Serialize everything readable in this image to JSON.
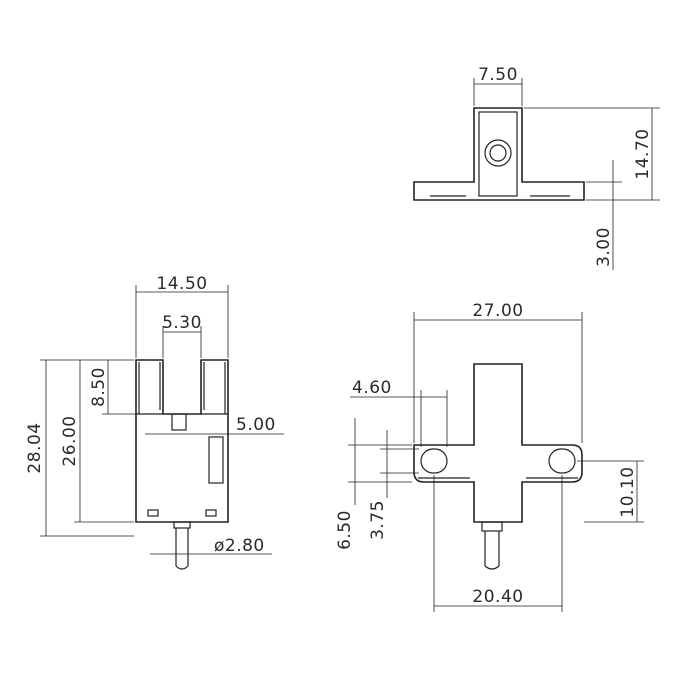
{
  "dimensions": {
    "top_width": "7.50",
    "top_height": "14.70",
    "top_flange": "3.00",
    "front_width": "14.50",
    "front_slot": "5.30",
    "front_slot_depth": "8.50",
    "front_total_height": "28.04",
    "front_body_height": "26.00",
    "front_window": "5.00",
    "front_pin_dia": "ø2.80",
    "side_length": "27.00",
    "side_hole_width": "4.60",
    "side_flange_height": "6.50",
    "side_hole_offset": "3.75",
    "side_hole_pitch": "20.40",
    "side_right_offset": "10.10"
  },
  "colors": {
    "line": "#222222",
    "text": "#2a2a2a",
    "background": "#ffffff"
  }
}
